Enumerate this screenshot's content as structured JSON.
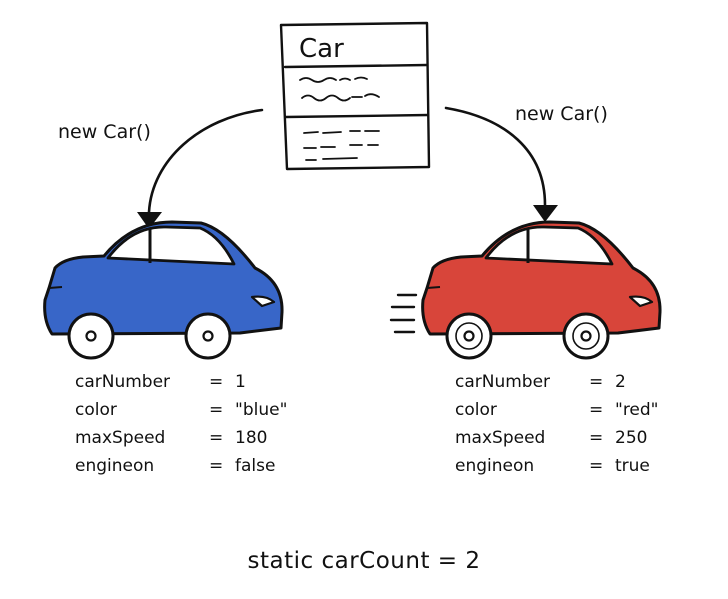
{
  "class_box": {
    "title": "Car"
  },
  "arrows": {
    "left_label": "new Car()",
    "right_label": "new Car()"
  },
  "instances": [
    {
      "color_hex": "#3866c8",
      "props": [
        {
          "key": "carNumber",
          "value": "1"
        },
        {
          "key": "color",
          "value": "\"blue\""
        },
        {
          "key": "maxSpeed",
          "value": "180"
        },
        {
          "key": "engineon",
          "value": "false"
        }
      ]
    },
    {
      "color_hex": "#d8453a",
      "props": [
        {
          "key": "carNumber",
          "value": "2"
        },
        {
          "key": "color",
          "value": "\"red\""
        },
        {
          "key": "maxSpeed",
          "value": "250"
        },
        {
          "key": "engineon",
          "value": "true"
        }
      ]
    }
  ],
  "static_line": "static carCount = 2"
}
